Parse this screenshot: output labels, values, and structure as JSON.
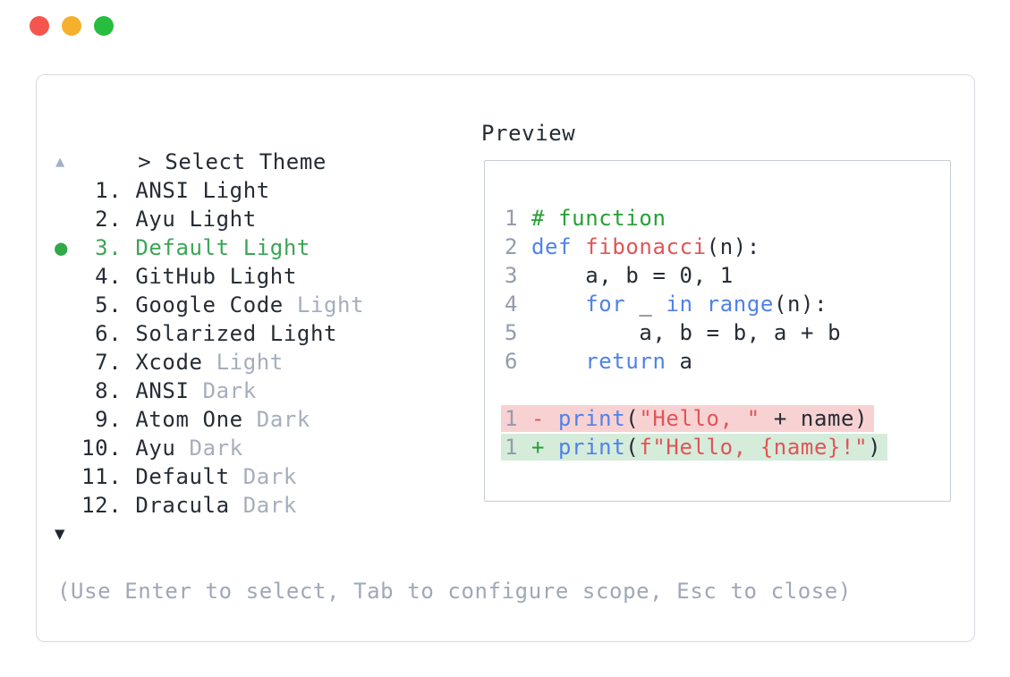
{
  "colors": {
    "traffic_red": "#f4564e",
    "traffic_yellow": "#f5b02e",
    "traffic_green": "#27bd3f",
    "panel_border": "#d6dae0",
    "preview_border": "#c7ccd4",
    "text_dark": "#262c35",
    "text_gray": "#a6aebc",
    "footer_gray": "#9fa8b7",
    "line_number_gray": "#949ca9",
    "selected_green": "#3aa655",
    "comment_green": "#26a035",
    "keyword_blue": "#4f82e8",
    "string_red": "#e05557",
    "diff_removed_bg": "#f8d2d2",
    "diff_added_bg": "#d5ecdb",
    "scroll_up_gray": "#a4b0c4",
    "scroll_down_dark": "#20252f"
  },
  "prompt": {
    "caret": ">",
    "title": "Select Theme"
  },
  "scroll_indicators": {
    "up": "▲",
    "down": "▼"
  },
  "theme_list": {
    "selected_item": "Default Light",
    "items": [
      {
        "marker": " ",
        "num": "  1. ",
        "name": "ANSI Light",
        "tag": "",
        "selected": false
      },
      {
        "marker": " ",
        "num": "  2. ",
        "name": "Ayu Light",
        "tag": "",
        "selected": false
      },
      {
        "marker": "●",
        "num": "  3. ",
        "name": "Default Light",
        "tag": "",
        "selected": true
      },
      {
        "marker": " ",
        "num": "  4. ",
        "name": "GitHub Light",
        "tag": "",
        "selected": false
      },
      {
        "marker": " ",
        "num": "  5. ",
        "name": "Google Code",
        "tag": " Light",
        "selected": false
      },
      {
        "marker": " ",
        "num": "  6. ",
        "name": "Solarized Light",
        "tag": "",
        "selected": false
      },
      {
        "marker": " ",
        "num": "  7. ",
        "name": "Xcode",
        "tag": " Light",
        "selected": false
      },
      {
        "marker": " ",
        "num": "  8. ",
        "name": "ANSI",
        "tag": " Dark",
        "selected": false
      },
      {
        "marker": " ",
        "num": "  9. ",
        "name": "Atom One",
        "tag": " Dark",
        "selected": false
      },
      {
        "marker": " ",
        "num": " 10. ",
        "name": "Ayu",
        "tag": " Dark",
        "selected": false
      },
      {
        "marker": " ",
        "num": " 11. ",
        "name": "Default",
        "tag": " Dark",
        "selected": false
      },
      {
        "marker": " ",
        "num": " 12. ",
        "name": "Dracula",
        "tag": " Dark",
        "selected": false
      }
    ]
  },
  "preview": {
    "label": "Preview",
    "code": [
      {
        "num": "1",
        "tokens": [
          {
            "t": "# function",
            "c": "tok-com"
          }
        ]
      },
      {
        "num": "2",
        "tokens": [
          {
            "t": "def",
            "c": "tok-kw"
          },
          {
            "t": " ",
            "c": "tok-pl"
          },
          {
            "t": "fibonacci",
            "c": "tok-fn"
          },
          {
            "t": "(n):",
            "c": "tok-pl"
          }
        ]
      },
      {
        "num": "3",
        "tokens": [
          {
            "t": "    a, b = 0, 1",
            "c": "tok-pl"
          }
        ]
      },
      {
        "num": "4",
        "tokens": [
          {
            "t": "    ",
            "c": "tok-pl"
          },
          {
            "t": "for",
            "c": "tok-kw"
          },
          {
            "t": " _ ",
            "c": "tok-pl"
          },
          {
            "t": "in",
            "c": "tok-kw"
          },
          {
            "t": " ",
            "c": "tok-pl"
          },
          {
            "t": "range",
            "c": "tok-kw"
          },
          {
            "t": "(n):",
            "c": "tok-pl"
          }
        ]
      },
      {
        "num": "5",
        "tokens": [
          {
            "t": "        a, b = b, a + b",
            "c": "tok-pl"
          }
        ]
      },
      {
        "num": "6",
        "tokens": [
          {
            "t": "    ",
            "c": "tok-pl"
          },
          {
            "t": "return",
            "c": "tok-kw"
          },
          {
            "t": " a",
            "c": "tok-pl"
          }
        ]
      }
    ],
    "diff": [
      {
        "num": "1",
        "sign": "-",
        "tokens": [
          {
            "t": "print",
            "c": "tok-kw"
          },
          {
            "t": "(",
            "c": "tok-pl"
          },
          {
            "t": "\"Hello, \"",
            "c": "tok-str"
          },
          {
            "t": " + name)",
            "c": "tok-pl"
          }
        ]
      },
      {
        "num": "1",
        "sign": "+",
        "tokens": [
          {
            "t": "print",
            "c": "tok-kw"
          },
          {
            "t": "(",
            "c": "tok-pl"
          },
          {
            "t": "f\"Hello, {name}!\"",
            "c": "tok-str"
          },
          {
            "t": ")",
            "c": "tok-pl"
          }
        ]
      }
    ]
  },
  "footer": {
    "hint": "(Use Enter to select, Tab to configure scope, Esc to close)"
  }
}
